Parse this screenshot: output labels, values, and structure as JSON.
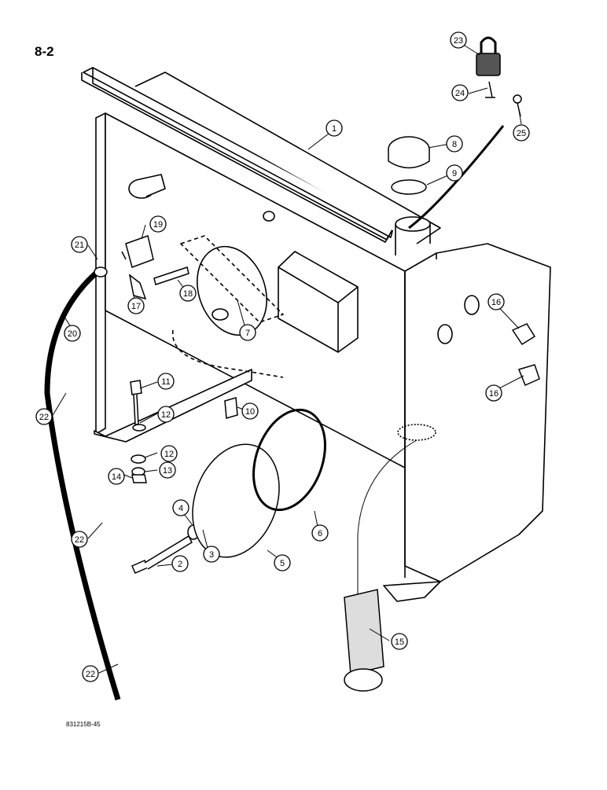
{
  "page": {
    "number": "8-2",
    "figure_code": "831215B-45"
  },
  "callouts": [
    "1",
    "2",
    "3",
    "4",
    "5",
    "6",
    "7",
    "8",
    "9",
    "10",
    "11",
    "12",
    "12",
    "13",
    "14",
    "15",
    "16",
    "16",
    "17",
    "18",
    "19",
    "20",
    "21",
    "22",
    "22",
    "22",
    "23",
    "24",
    "25"
  ],
  "colors": {
    "ink": "#000000",
    "paper": "#ffffff",
    "shade": "#d8d8d8"
  }
}
